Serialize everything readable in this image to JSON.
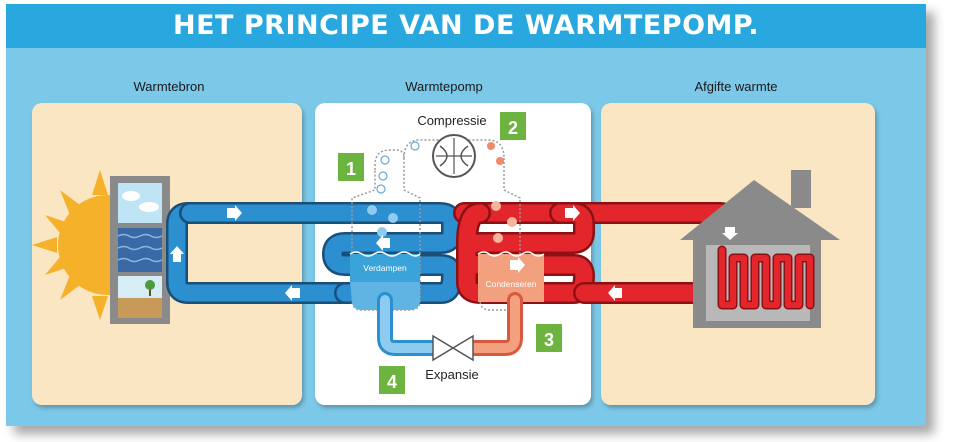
{
  "title": "HET PRINCIPE VAN DE WARMTEPOMP.",
  "panels": {
    "source": "Warmtebron",
    "pump": "Warmtepomp",
    "output": "Afgifte warmte"
  },
  "steps": {
    "evaporate": "Verdampen",
    "compress": "Compressie",
    "condense": "Condenseren",
    "expand": "Expansie"
  },
  "badges": [
    "1",
    "2",
    "3",
    "4"
  ],
  "colors": {
    "frame": "#7cc8e8",
    "title_bar": "#29a8e0",
    "panel_beige": "#fbe6c3",
    "cold_pipe": "#2b8fd0",
    "hot_pipe": "#e3262c",
    "badge_green": "#6cb33f",
    "house_gray": "#8a8a8a",
    "sun": "#f6b12a"
  }
}
